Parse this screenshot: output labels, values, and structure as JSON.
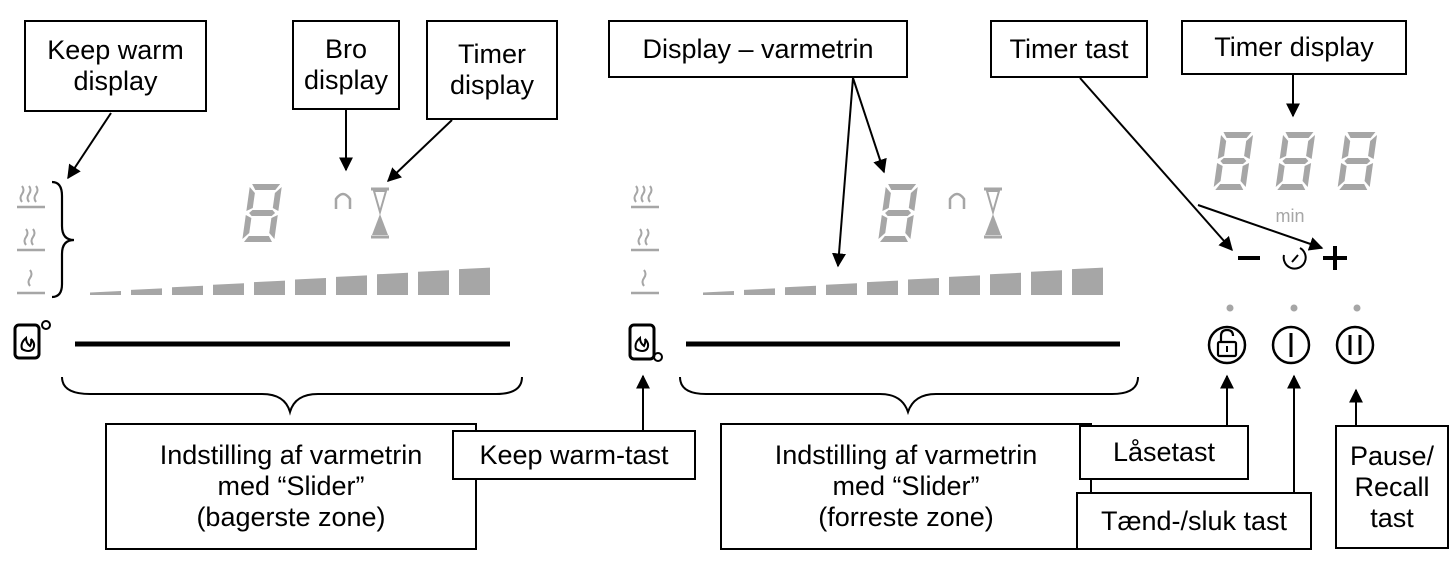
{
  "labels": {
    "keep_warm_display": [
      "Keep warm",
      "display"
    ],
    "bro_display": [
      "Bro",
      "display"
    ],
    "timer_display_left": [
      "Timer",
      "display"
    ],
    "display_varmetrin": [
      "Display – varmetrin"
    ],
    "timer_tast": [
      "Timer tast"
    ],
    "timer_display_right": [
      "Timer display"
    ],
    "slider_rear": [
      "Indstilling af varmetrin",
      "med “Slider”",
      "(bagerste zone)"
    ],
    "keep_warm_tast": [
      "Keep warm-tast"
    ],
    "slider_front": [
      "Indstilling af varmetrin",
      "med “Slider”",
      "(forreste zone)"
    ],
    "laasetast": [
      "Låsetast"
    ],
    "taend_sluk_tast": [
      "Tænd-/sluk tast"
    ],
    "pause_recall_tast": [
      "Pause/",
      "Recall",
      "tast"
    ]
  },
  "panel": {
    "timer_unit": "min",
    "timer_digits": "888",
    "zone_digit": "8",
    "minus_symbol": "−",
    "plus_symbol": "+",
    "bridge_symbol": "∩"
  },
  "colors": {
    "display_grey": "#a6a6a6",
    "dark_grey": "#8c8c8c",
    "line": "#000000"
  }
}
